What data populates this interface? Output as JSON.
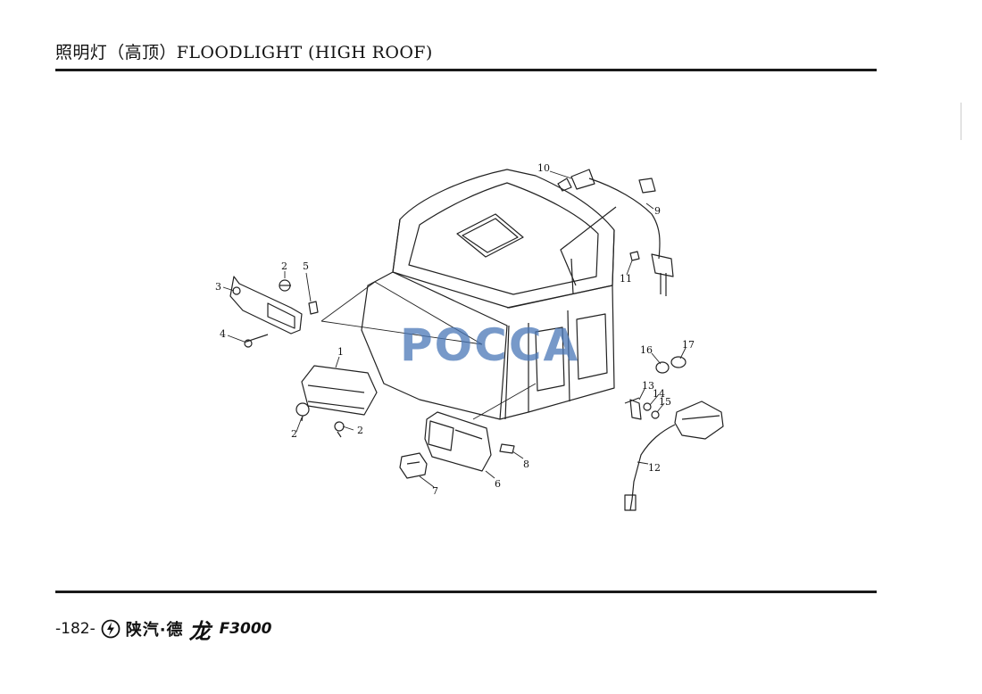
{
  "header": {
    "title": "照明灯（高顶）FLOODLIGHT (HIGH ROOF)"
  },
  "footer": {
    "page_number": "-182-",
    "brand_cn": "陕汽·德",
    "brand_dragon": "龙",
    "model": "F3000"
  },
  "watermark": "POCCA",
  "callouts": [
    {
      "id": "c1",
      "label": "1"
    },
    {
      "id": "c2a",
      "label": "2"
    },
    {
      "id": "c2b",
      "label": "2"
    },
    {
      "id": "c2c",
      "label": "2"
    },
    {
      "id": "c3",
      "label": "3"
    },
    {
      "id": "c4",
      "label": "4"
    },
    {
      "id": "c5",
      "label": "5"
    },
    {
      "id": "c6",
      "label": "6"
    },
    {
      "id": "c7",
      "label": "7"
    },
    {
      "id": "c8",
      "label": "8"
    },
    {
      "id": "c9",
      "label": "9"
    },
    {
      "id": "c10",
      "label": "10"
    },
    {
      "id": "c11",
      "label": "11"
    },
    {
      "id": "c12",
      "label": "12"
    },
    {
      "id": "c13",
      "label": "13"
    },
    {
      "id": "c14",
      "label": "14"
    },
    {
      "id": "c15",
      "label": "15"
    },
    {
      "id": "c16",
      "label": "16"
    },
    {
      "id": "c17",
      "label": "17"
    }
  ]
}
